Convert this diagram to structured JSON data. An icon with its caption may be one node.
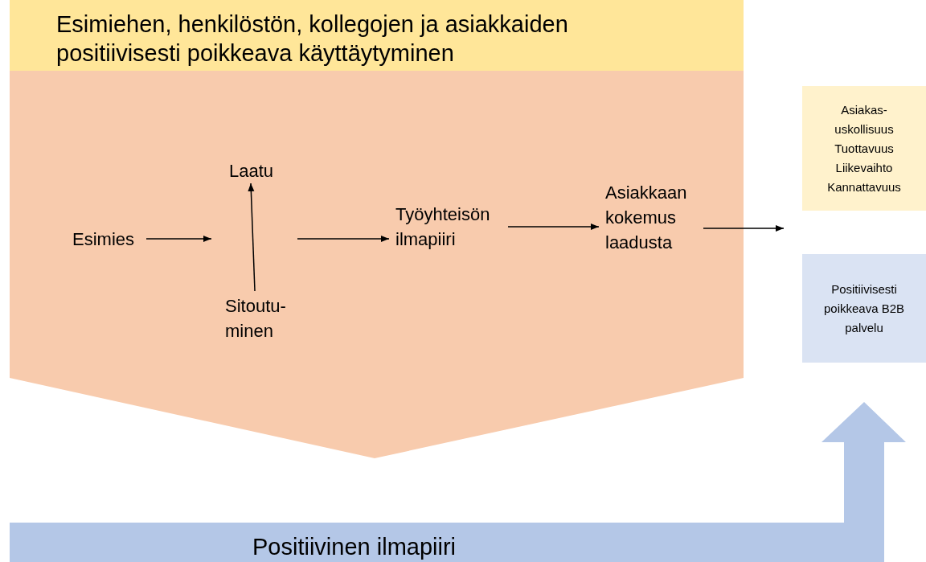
{
  "diagram": {
    "nodes": [
      {
        "text": [
          "Esimiehen, henkilöstön, kollegojen ja asiakkaiden positiivisesti poikkeava käyttäytyminen"
        ]
      },
      {
        "text": [
          "Esimies"
        ],
        "in": 0
      },
      {
        "text": [
          "Laatu"
        ],
        "in": 0
      },
      {
        "text": [
          "Sitoutu- minen"
        ],
        "in": 0
      },
      {
        "text": [
          "Työyhteisön ilmapiiri"
        ],
        "in": 0
      },
      {
        "text": [
          "Asiakkaan kokemus laadusta"
        ],
        "in": 0
      },
      {
        "text": [
          "Asiakas- uskollisuus",
          "Tuottavuus",
          "Liikevaihto",
          "Kannattavuus"
        ]
      },
      {
        "text": [
          "Positiivisesti poikkeava B2B palvelu"
        ]
      },
      {
        "text": [
          "Positiivinen ilmapiiri"
        ]
      }
    ],
    "edges": [
      {
        "from": 1,
        "to": null,
        "arrow": "to"
      },
      {
        "from": 3,
        "to": 2,
        "arrow": "to"
      },
      {
        "from": null,
        "to": 4,
        "arrow": "to"
      },
      {
        "from": 4,
        "to": 5,
        "arrow": "to"
      },
      {
        "from": 5,
        "to": null,
        "arrow": "to"
      }
    ]
  }
}
